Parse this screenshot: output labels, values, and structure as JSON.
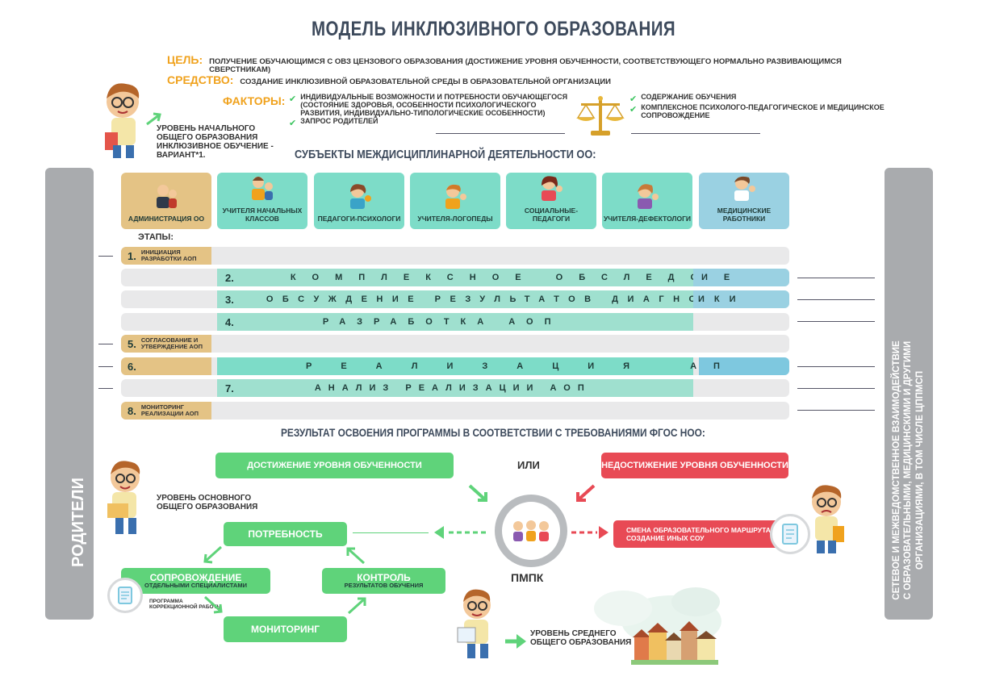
{
  "title": "МОДЕЛЬ ИНКЛЮЗИВНОГО ОБРАЗОВАНИЯ",
  "goal": {
    "label": "ЦЕЛЬ:",
    "text": "ПОЛУЧЕНИЕ ОБУЧАЮЩИМСЯ С ОВЗ ЦЕНЗОВОГО ОБРАЗОВАНИЯ (ДОСТИЖЕНИЕ УРОВНЯ ОБУЧЕННОСТИ, СООТВЕТСТВУЮЩЕГО НОРМАЛЬНО РАЗВИВАЮЩИМСЯ СВЕРСТНИКАМ)"
  },
  "means": {
    "label": "СРЕДСТВО:",
    "text": "СОЗДАНИЕ ИНКЛЮЗИВНОЙ ОБРАЗОВАТЕЛЬНОЙ СРЕДЫ В ОБРАЗОВАТЕЛЬНОЙ ОРГАНИЗАЦИИ"
  },
  "factors": {
    "label": "ФАКТОРЫ:",
    "left": [
      "ИНДИВИДУАЛЬНЫЕ ВОЗМОЖНОСТИ И ПОТРЕБНОСТИ ОБУЧАЮЩЕГОСЯ (СОСТОЯНИЕ ЗДОРОВЬЯ, ОСОБЕННОСТИ ПСИХОЛОГИЧЕСКОГО РАЗВИТИЯ, ИНДИВИДУАЛЬНО-ТИПОЛОГИЧЕСКИЕ ОСОБЕННОСТИ)",
      "ЗАПРОС РОДИТЕЛЕЙ"
    ],
    "right": [
      "СОДЕРЖАНИЕ ОБУЧЕНИЯ",
      "КОМПЛЕКСНОЕ ПСИХОЛОГО-ПЕДАГОГИЧЕСКОЕ И МЕДИЦИНСКОЕ СОПРОВОЖДЕНИЕ"
    ]
  },
  "level_primary": "УРОВЕНЬ НАЧАЛЬНОГО ОБЩЕГО ОБРАЗОВАНИЯ ИНКЛЮЗИВНОЕ ОБУЧЕНИЕ - ВАРИАНТ*1.",
  "subjects_title": "СУБЪЕКТЫ МЕЖДИСЦИПЛИНАРНОЙ ДЕЯТЕЛЬНОСТИ ОО:",
  "subjects": [
    "АДМИНИСТРАЦИЯ ОО",
    "УЧИТЕЛЯ НАЧАЛЬНЫХ КЛАССОВ",
    "ПЕДАГОГИ-ПСИХОЛОГИ",
    "УЧИТЕЛЯ-ЛОГОПЕДЫ",
    "СОЦИАЛЬНЫЕ-ПЕДАГОГИ",
    "УЧИТЕЛЯ-ДЕФЕКТОЛОГИ",
    "МЕДИЦИНСКИЕ РАБОТНИКИ"
  ],
  "stages_title": "ЭТАПЫ:",
  "stages": [
    {
      "num": "1.",
      "label": "ИНИЦИАЦИЯ РАЗРАБОТКИ АОП",
      "bar_text": ""
    },
    {
      "num": "2.",
      "label": "",
      "bar_text": "КОМПЛЕКСНОЕ ОБСЛЕДОВАН",
      "tail": "ИЕ"
    },
    {
      "num": "3.",
      "label": "",
      "bar_text": "ОБСУЖДЕНИЕ РЕЗУЛЬТАТОВ ДИАГНОСТ",
      "tail": "ИКИ"
    },
    {
      "num": "4.",
      "label": "",
      "bar_text": "РАЗРАБОТКА АОП",
      "tail": ""
    },
    {
      "num": "5.",
      "label": "СОГЛАСОВАНИЕ И УТВЕРЖДЕНИЕ АОП",
      "bar_text": ""
    },
    {
      "num": "6.",
      "label": "",
      "bar_text": "РЕАЛИЗАЦИЯ АО",
      "tail": "П"
    },
    {
      "num": "7.",
      "label": "",
      "bar_text": "АНАЛИЗ РЕАЛИЗАЦИИ АОП",
      "tail": ""
    },
    {
      "num": "8.",
      "label": "МОНИТОРИНГ РЕАЛИЗАЦИИ АОП",
      "bar_text": ""
    }
  ],
  "parents": "РОДИТЕЛИ",
  "network": [
    "СЕТЕВОЕ И МЕЖВЕДОМСТВЕННОЕ ВЗАИМОДЕЙСТВИЕ",
    "С ОБРАЗОВАТЕЛЬНЫМИ, МЕДИЦИНСКИМИ И ДРУГИМИ",
    "ОРГАНИЗАЦИЯМИ, В ТОМ ЧИСЛЕ ЦППМСП"
  ],
  "result_title": "РЕЗУЛЬТАТ ОСВОЕНИЯ ПРОГРАММЫ В СООТВЕТСТВИИ С ТРЕБОВАНИЯМИ ФГОС НОО:",
  "achieve": "ДОСТИЖЕНИЕ УРОВНЯ ОБУЧЕННОСТИ",
  "or": "ИЛИ",
  "not_achieve": "НЕДОСТИЖЕНИЕ УРОВНЯ ОБУЧЕННОСТИ",
  "level_basic": "УРОВЕНЬ ОСНОВНОГО ОБЩЕГО ОБРАЗОВАНИЯ",
  "need": "ПОТРЕБНОСТЬ",
  "support": "СОПРОВОЖДЕНИЕ",
  "support_sub": "ОТДЕЛЬНЫМИ СПЕЦИАЛИСТАМИ",
  "control": "КОНТРОЛЬ",
  "control_sub": "РЕЗУЛЬТАТОВ ОБУЧЕНИЯ",
  "monitoring": "МОНИТОРИНГ",
  "program": "ПРОГРАММА КОРРЕКЦИОННОЙ РАБОТЫ",
  "pmpk": "ПМПК",
  "route_change": "СМЕНА ОБРАЗОВАТЕЛЬНОГО МАРШРУТА, СОЗДАНИЕ ИНЫХ СОУ",
  "level_secondary": "УРОВЕНЬ СРЕДНЕГО ОБЩЕГО ОБРАЗОВАНИЯ",
  "colors": {
    "green": "#5fd37a",
    "red": "#e84a55",
    "teal": "#7ddcc8",
    "tan": "#e4c385",
    "blue": "#9ad1e2",
    "grey": "#a9abae",
    "orange": "#f0a21d"
  }
}
